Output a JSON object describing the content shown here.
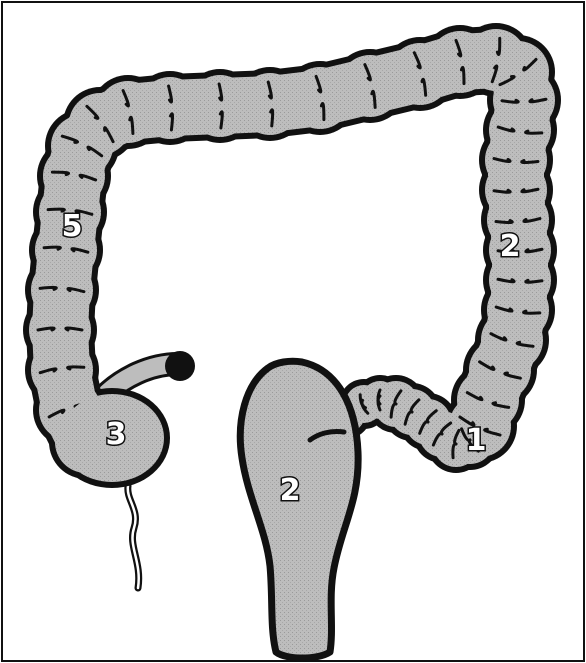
{
  "colors": {
    "background": "#ffffff",
    "border": "#111111",
    "colon_fill": "#bdbdbd",
    "outline": "#111111",
    "label_fill": "#ffffff"
  },
  "labels": [
    {
      "id": "ascending",
      "text": "5"
    },
    {
      "id": "descending",
      "text": "2"
    },
    {
      "id": "sigmoid",
      "text": "1"
    },
    {
      "id": "cecum",
      "text": "3"
    },
    {
      "id": "rectum",
      "text": "2"
    }
  ]
}
